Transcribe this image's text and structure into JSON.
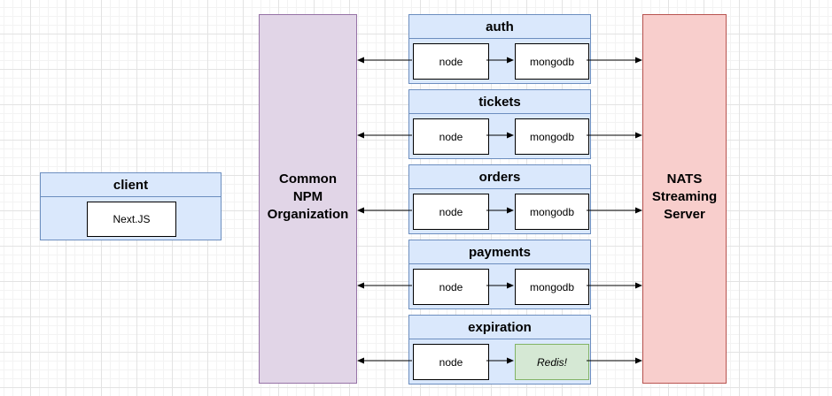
{
  "client": {
    "title": "client",
    "framework": "Next.JS"
  },
  "common": {
    "lines": [
      "Common",
      "NPM",
      "Organization"
    ]
  },
  "nats": {
    "lines": [
      "NATS",
      "Streaming",
      "Server"
    ]
  },
  "services": [
    {
      "name": "auth",
      "runtime": "node",
      "store": "mongodb"
    },
    {
      "name": "tickets",
      "runtime": "node",
      "store": "mongodb"
    },
    {
      "name": "orders",
      "runtime": "node",
      "store": "mongodb"
    },
    {
      "name": "payments",
      "runtime": "node",
      "store": "mongodb"
    },
    {
      "name": "expiration",
      "runtime": "node",
      "store": "Redis!"
    }
  ],
  "colors": {
    "blue_fill": "#dae8fc",
    "blue_stroke": "#6c8ebf",
    "purple_fill": "#e1d5e7",
    "purple_stroke": "#9673a6",
    "red_fill": "#f8cecc",
    "red_stroke": "#b85450",
    "green_fill": "#d5e8d4",
    "green_stroke": "#82b366"
  }
}
